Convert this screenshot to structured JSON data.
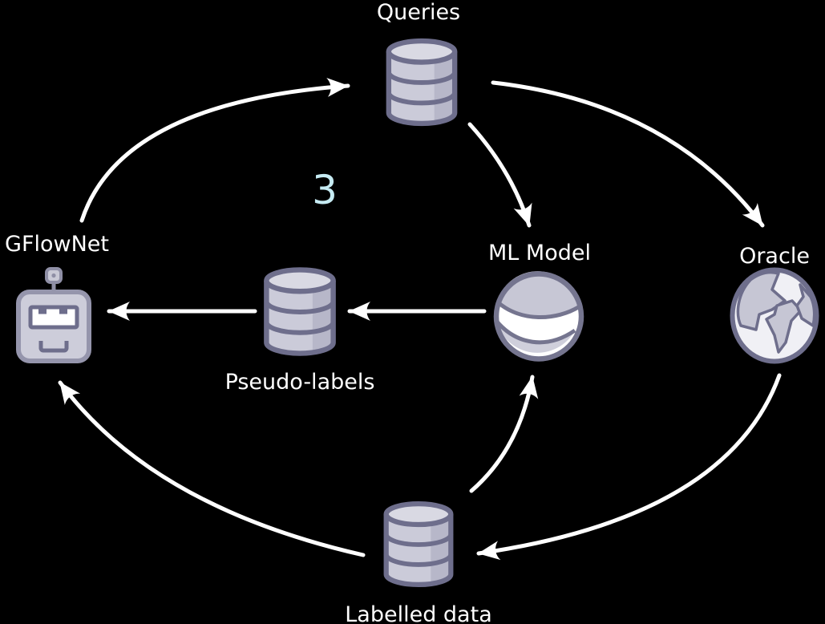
{
  "nodes": [
    {
      "id": "queries",
      "label": "Queries",
      "icon": "database-icon"
    },
    {
      "id": "gflownet",
      "label": "GFlowNet",
      "icon": "robot-icon"
    },
    {
      "id": "ml-model",
      "label": "ML Model",
      "icon": "sphere-icon"
    },
    {
      "id": "oracle",
      "label": "Oracle",
      "icon": "globe-icon"
    },
    {
      "id": "pseudo-labels",
      "label": "Pseudo-labels",
      "icon": "database-icon"
    },
    {
      "id": "labelled-data",
      "label": "Labelled data",
      "icon": "database-icon"
    }
  ],
  "annotation": {
    "step_number": "3",
    "color": "#c6ebf3"
  },
  "edges": [
    {
      "from": "gflownet",
      "to": "queries"
    },
    {
      "from": "queries",
      "to": "oracle"
    },
    {
      "from": "queries",
      "to": "ml-model"
    },
    {
      "from": "ml-model",
      "to": "pseudo-labels"
    },
    {
      "from": "pseudo-labels",
      "to": "gflownet"
    },
    {
      "from": "oracle",
      "to": "labelled-data"
    },
    {
      "from": "labelled-data",
      "to": "ml-model"
    },
    {
      "from": "labelled-data",
      "to": "gflownet"
    }
  ],
  "colors": {
    "background": "#000000",
    "text": "#ffffff",
    "arrow": "#ffffff",
    "icon_outline": "#6e6e8c",
    "icon_border_soft": "#9595ac",
    "icon_fill": "#cbcbd9",
    "icon_fill_light": "#d9d9e3",
    "icon_fill_shade": "#b7b7c9",
    "icon_white": "#ffffff",
    "step_number": "#c6ebf3"
  }
}
